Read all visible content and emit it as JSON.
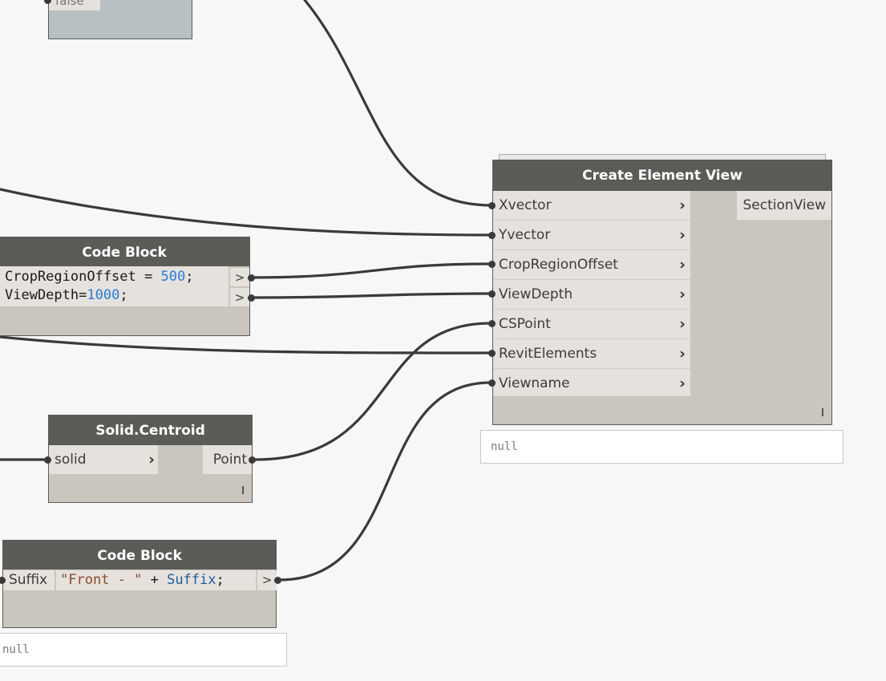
{
  "top_fragment": {
    "text": "false"
  },
  "create_element_view": {
    "title": "Create Element View",
    "inputs": [
      "Xvector",
      "Yvector",
      "CropRegionOffset",
      "ViewDepth",
      "CSPoint",
      "RevitElements",
      "Viewname"
    ],
    "output": "SectionView",
    "preview": "null"
  },
  "code_block_1": {
    "title": "Code Block",
    "line1_prefix": "CropRegionOffset = ",
    "line1_number": "500",
    "line1_suffix": ";",
    "line2_prefix": "ViewDepth=",
    "line2_number": "1000",
    "line2_suffix": ";",
    "out_label": ">"
  },
  "solid_centroid": {
    "title": "Solid.Centroid",
    "input": "solid",
    "output": "Point"
  },
  "code_block_2": {
    "title": "Code Block",
    "input": "Suffix",
    "code_string": "\"Front - \"",
    "code_op": " + ",
    "code_var": "Suffix",
    "code_end": ";",
    "out_label": ">",
    "preview": "null"
  },
  "colors": {
    "header": "#5b5b57",
    "body": "#cac5bd",
    "port": "#e5e1dc",
    "wire": "#3a3a3a",
    "canvas": "#f7f7f7"
  }
}
